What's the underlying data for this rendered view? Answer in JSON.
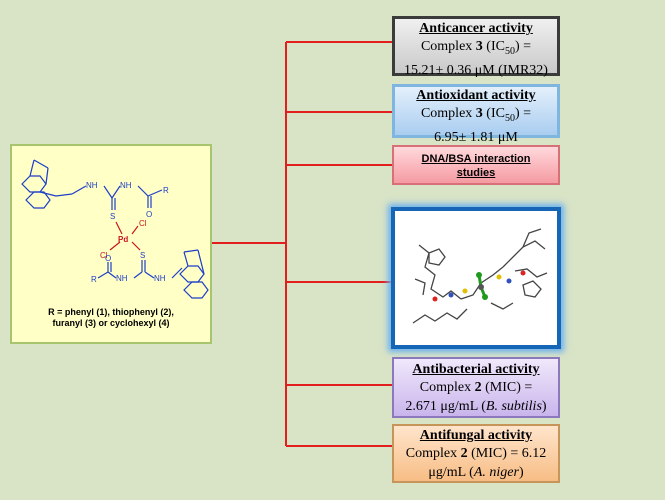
{
  "complex": {
    "caption_line1": "R = phenyl (1), thiophenyl (2),",
    "caption_line2": "furanyl (3) or cyclohexyl (4)",
    "atoms": {
      "nh": "NH",
      "r": "R",
      "o": "O",
      "s": "S",
      "pd": "Pd",
      "cl": "Cl"
    }
  },
  "anticancer": {
    "title": "Anticancer activity",
    "line1_pre": "Complex ",
    "line1_num": "3",
    "line1_mid": " (IC",
    "line1_sub": "50",
    "line1_post": ") =",
    "line2": "15.21± 0.36 μM (IMR32)"
  },
  "antioxidant": {
    "title": "Antioxidant activity",
    "line1_pre": "Complex ",
    "line1_num": "3",
    "line1_mid": " (IC",
    "line1_sub": "50",
    "line1_post": ") =",
    "line2": "6.95± 1.81 μM"
  },
  "dna": {
    "title_line1": "DNA/BSA interaction",
    "title_line2": "studies"
  },
  "antibacterial": {
    "title": "Antibacterial activity",
    "line1_pre": "Complex ",
    "line1_num": "2",
    "line1_post": " (MIC) =",
    "line2_pre": "2.671 μg/mL (",
    "line2_ital": "B. subtilis",
    "line2_post": ")"
  },
  "antifungal": {
    "title": "Antifungal activity",
    "line1_pre": "Complex ",
    "line1_num": "2",
    "line1_post": " (MIC) = 6.12",
    "line2_pre": "μg/mL (",
    "line2_ital": "A. niger",
    "line2_post": ")"
  },
  "colors": {
    "connector": "#e21e1e",
    "structure": "#1e3fc8",
    "pd": "#c8141e"
  }
}
